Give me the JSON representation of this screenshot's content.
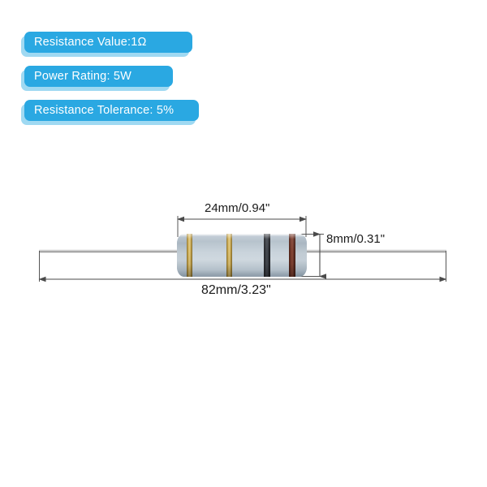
{
  "specs": {
    "items": [
      {
        "label": "Resistance Value:1Ω"
      },
      {
        "label": "Power Rating: 5W"
      },
      {
        "label": "Resistance Tolerance: 5%"
      }
    ],
    "badge_color": "#2aa8e2",
    "badge_shadow_color": "#9fd9f2",
    "text_color": "#ffffff"
  },
  "product": {
    "type": "axial-lead-resistor",
    "body_color": "#c3cdd6",
    "lead_color": "#b5b5b5",
    "color_bands": [
      {
        "name": "band-1",
        "color_name": "gold",
        "hex": "#c9a84e"
      },
      {
        "name": "band-2",
        "color_name": "gold",
        "hex": "#c9a84e"
      },
      {
        "name": "band-3",
        "color_name": "black",
        "hex": "#2b2e33"
      },
      {
        "name": "band-4",
        "color_name": "brown",
        "hex": "#74382a"
      }
    ]
  },
  "dimensions": {
    "body_length": "24mm/0.94\"",
    "body_diameter": "8mm/0.31\"",
    "overall_length": "82mm/3.23\"",
    "line_color": "#555555"
  }
}
